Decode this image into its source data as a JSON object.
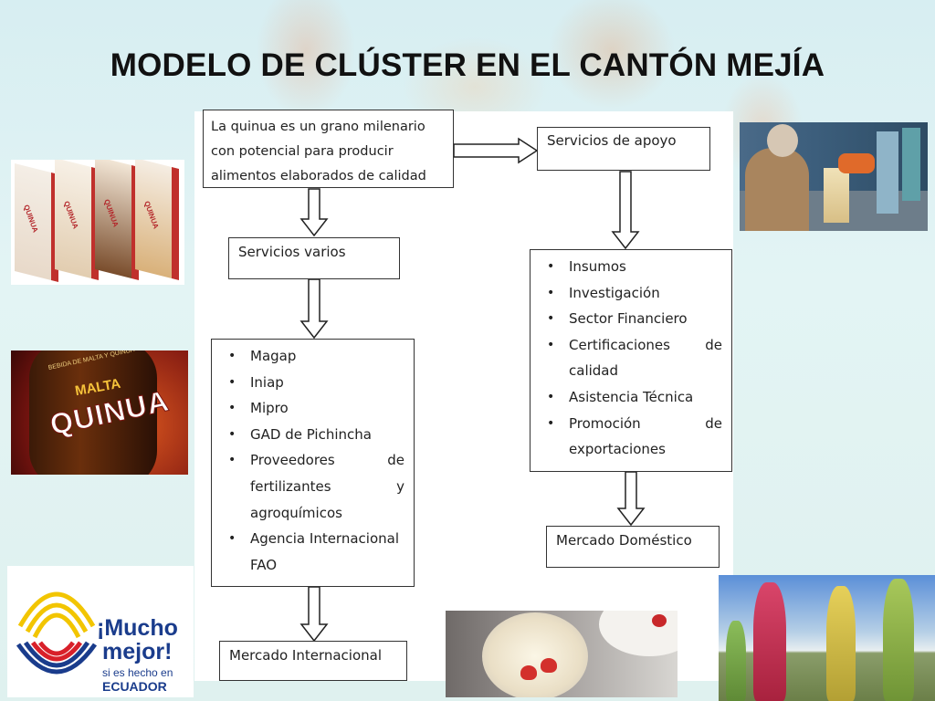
{
  "title": "MODELO DE CLÚSTER EN EL CANTÓN MEJÍA",
  "diagram": {
    "start_box": "La quinua es un grano milenario con potencial para producir alimentos elaborados de calidad",
    "left_services_title": "Servicios varios",
    "left_services": [
      "Magap",
      "Iniap",
      "Mipro",
      "GAD de Pichincha",
      "Proveedores de fertilizantes y agroquímicos",
      "Agencia Internacional FAO"
    ],
    "left_market": "Mercado Internacional",
    "right_services_title": "Servicios de apoyo",
    "right_services": [
      "Insumos",
      "Investigación",
      "Sector Financiero",
      "Certificaciones de calidad",
      "Asistencia Técnica",
      "Promoción de exportaciones"
    ],
    "right_market": "Mercado Doméstico"
  },
  "images": {
    "bars": {
      "labels": [
        "QUINUA",
        "QUINUA",
        "QUINUA",
        "QUINUA"
      ]
    },
    "beer": {
      "brand_top": "MALTA",
      "brand_main": "QUINUA",
      "ribbon": "BEBIDA DE MALTA Y QUINUA"
    },
    "logo": {
      "line1": "¡Mucho",
      "line2": "mejor!",
      "line3": "si es hecho en",
      "line4": "ECUADOR"
    }
  },
  "colors": {
    "background": "#dff1ef",
    "title": "#111111",
    "box_border": "#333333",
    "logo_blue": "#1a3c8c",
    "logo_yellow": "#f2c500",
    "logo_red": "#d8202a"
  }
}
